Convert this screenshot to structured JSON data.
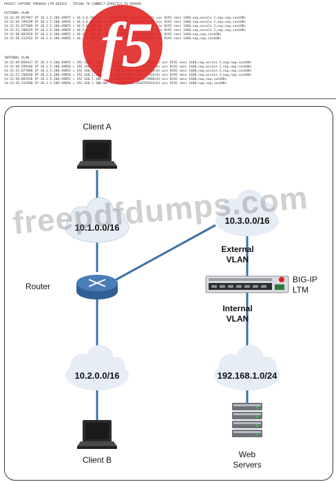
{
  "capture": {
    "title": "PACKET CAPTURE THROUGH LTM DEVICE - TRYING TO CONNECT DIRECTLY TO SERVER",
    "external_label": "EXTERNAL VLAN",
    "external_lines": [
      "14:32:49.057947 IP 10.1.5.100.49855 > 10.3.0.100.80: S 2803879960:2803879960(0) win 8192 <mss 1460,nop,wscale 2,nop,nop,sackOK>",
      "14:32:49.299299 IP 10.1.5.100.49856 > 10.3.0.100.80: S 2918792924:2918792924(0) win 8192 <mss 1460,nop,wscale 2,nop,nop,sackOK>",
      "14:32:52.077069 IP 10.1.5.100.49855 > 10.3.0.100.80: S 2803879960:2803879960(0) win 8192 <mss 1460,nop,wscale 2,nop,nop,sackOK>",
      "14:32:52.296629 IP 10.1.5.100.49856 > 10.3.0.100.80: S 2918792924:2918792924(0) win 8192 <mss 1460,nop,wscale 2,nop,nop,sackOK>",
      "14:32:58.092918 IP 10.1.5.100.49855 > 10.3.0.100.80: S 2803879960:2803879960(0) win 8192 <mss 1460,nop,nop,sackOK>",
      "14:32:58.312932 IP 10.1.5.100.49856 > 10.3.0.100.80: S 2918792924:2918792924(0) win 8192 <mss 1460,nop,nop,sackOK>"
    ],
    "internal_label": "INTERNAL VLAN",
    "internal_lines": [
      "14:32:49.058417 IP 10.1.5.100.49855 > 192.168.1.100.80: S 2803879960:2803879960(0) win 8192 <mss 1460,nop,wscale 2,nop,nop,sackOK>",
      "14:32:49.299448 IP 10.1.5.100.49856 > 192.168.1.100.80: S 2918792924:2918792924(0) win 8192 <mss 1460,nop,wscale 2,nop,nop,sackOK>",
      "14:32:52.077090 IP 10.1.5.100.49855 > 192.168.1.100.80: S 2803879960:2803879960(0) win 8192 <mss 1460,nop,wscale 2,nop,nop,sackOK>",
      "14:32:52.296656 IP 10.1.5.100.49856 > 192.168.1.100.80: S 2918792924:2918792924(0) win 8192 <mss 1460,nop,wscale 2,nop,nop,sackOK>",
      "14:32:58.092936 IP 10.1.5.100.49855 > 192.168.1.100.80: S 2803879960:2803879960(0) win 8192 <mss 1460,nop,nop,sackOK>",
      "14:32:58.312960 IP 10.1.5.100.49856 > 192.168.1.100.80: S 2918792924:2918792924(0) win 8192 <mss 1460,nop,nop,sackOK>"
    ]
  },
  "diagram": {
    "client_a": "Client A",
    "client_b": "Client B",
    "router": "Router",
    "cloud_1": "10.1.0.0/16",
    "cloud_2": "10.2.0.0/16",
    "cloud_3": "10.3.0.0/16",
    "cloud_4": "192.168.1.0/24",
    "external_vlan": [
      "External",
      "VLAN"
    ],
    "internal_vlan": [
      "Internal",
      "VLAN"
    ],
    "bigip": [
      "BIG-IP",
      "LTM"
    ],
    "web_servers": [
      "Web",
      "Servers"
    ]
  },
  "watermark": "freepdfdumps.com",
  "colors": {
    "line": "#3b6fa6",
    "cloud": "#e6edf5",
    "logo": "#e02020",
    "router": "#4a7db8"
  }
}
